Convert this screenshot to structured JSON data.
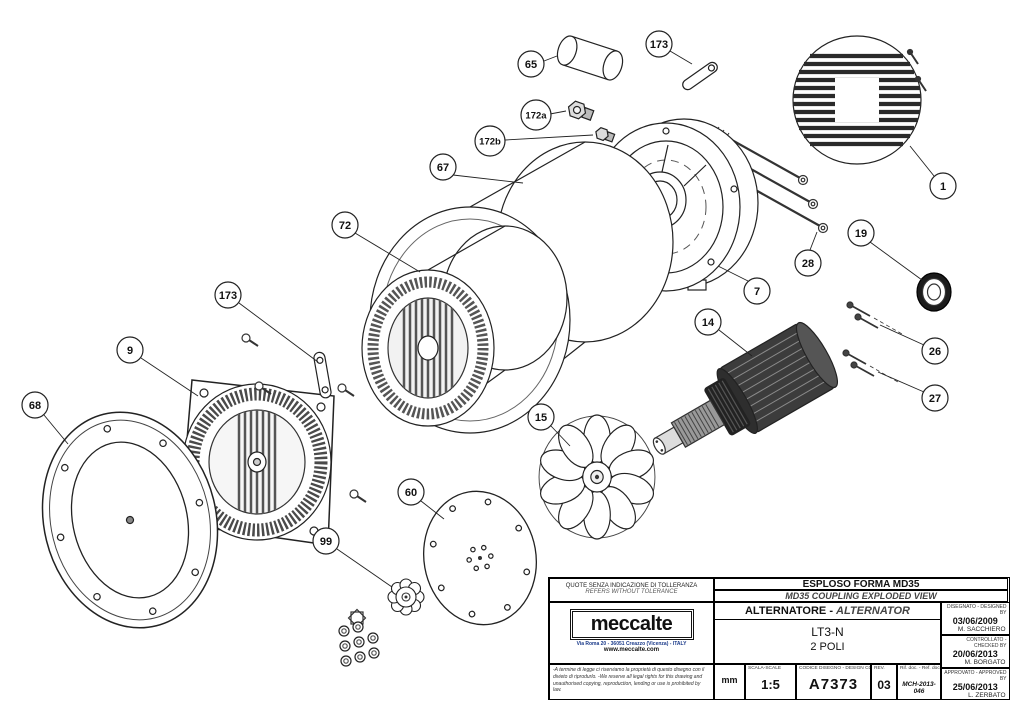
{
  "diagram": {
    "balloons": [
      {
        "label": "65"
      },
      {
        "label": "173"
      },
      {
        "label": "172a"
      },
      {
        "label": "172b"
      },
      {
        "label": "1"
      },
      {
        "label": "67"
      },
      {
        "label": "72"
      },
      {
        "label": "28"
      },
      {
        "label": "7"
      },
      {
        "label": "19"
      },
      {
        "label": "26"
      },
      {
        "label": "27"
      },
      {
        "label": "14"
      },
      {
        "label": "15"
      },
      {
        "label": "173"
      },
      {
        "label": "9"
      },
      {
        "label": "68"
      },
      {
        "label": "60"
      },
      {
        "label": "99"
      }
    ]
  },
  "title_block": {
    "tolerance_note_it": "QUOTE SENZA INDICAZIONE DI TOLLERANZA",
    "tolerance_note_en": "REFERS WITHOUT TOLERANCE",
    "drawing_title_it": "ESPLOSO FORMA MD35",
    "drawing_title_en": "MD35 COUPLING EXPLODED VIEW",
    "logo_text": "meccalte",
    "address": "Via Roma 20 - 36051 Creazzo (Vicenza) - ITALY",
    "website": "www.meccalte.com",
    "product_it": "ALTERNATORE",
    "product_sep": " - ",
    "product_en": "ALTERNATOR",
    "model": "LT3-N",
    "poles": "2 POLI",
    "designed_label": "DISEGNATO - DESIGNED BY",
    "designed_date": "03/06/2009",
    "designed_name": "M. SACCHIERO",
    "checked_label": "CONTROLLATO - CHECKED BY",
    "checked_date": "20/06/2013",
    "checked_name": "M. BORGATO",
    "approved_label": "APPROVATO - APPROVED BY",
    "approved_date": "25/06/2013",
    "approved_name": "L. ZERBATO",
    "units_value": "mm",
    "scale_label": "SCALA-SCALE",
    "scale_value": "1:5",
    "code_label": "CODICE DISEGNO - DESIGN CODE",
    "code_value": "A7373",
    "rev_label": "REV.",
    "rev_value": "03",
    "ref_label": "Rif. doc. - Ref. doc.",
    "ref_value": "MCH-2013-046",
    "legal_it": "-A termine di legge ci riserviamo la proprietà di questo disegno con il divieto di riprodurlo.",
    "legal_en": "-We reserve all legal rights for this drawing and unauthorised copying, reproduction, lending or use is prohibited by law."
  }
}
